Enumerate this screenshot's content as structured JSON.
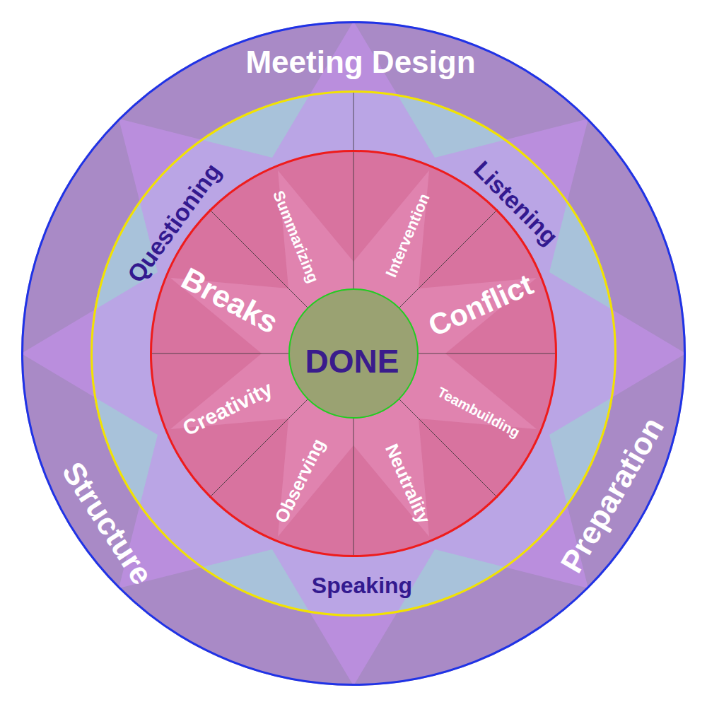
{
  "diagram": {
    "nodes": [
      {
        "text": [
          "Meeting Design",
          "Preparation",
          "Structure"
        ]
      },
      {
        "text": [
          "Questioning",
          "Listening",
          "Speaking"
        ],
        "in": 0
      },
      {
        "text": [
          "Summarizing",
          "Intervention",
          "Breaks",
          "Conflict",
          "Creativity",
          "Teambuilding",
          "Observing",
          "Neutrality"
        ],
        "in": 1
      },
      {
        "text": [
          "DONE"
        ],
        "in": 2
      }
    ]
  }
}
